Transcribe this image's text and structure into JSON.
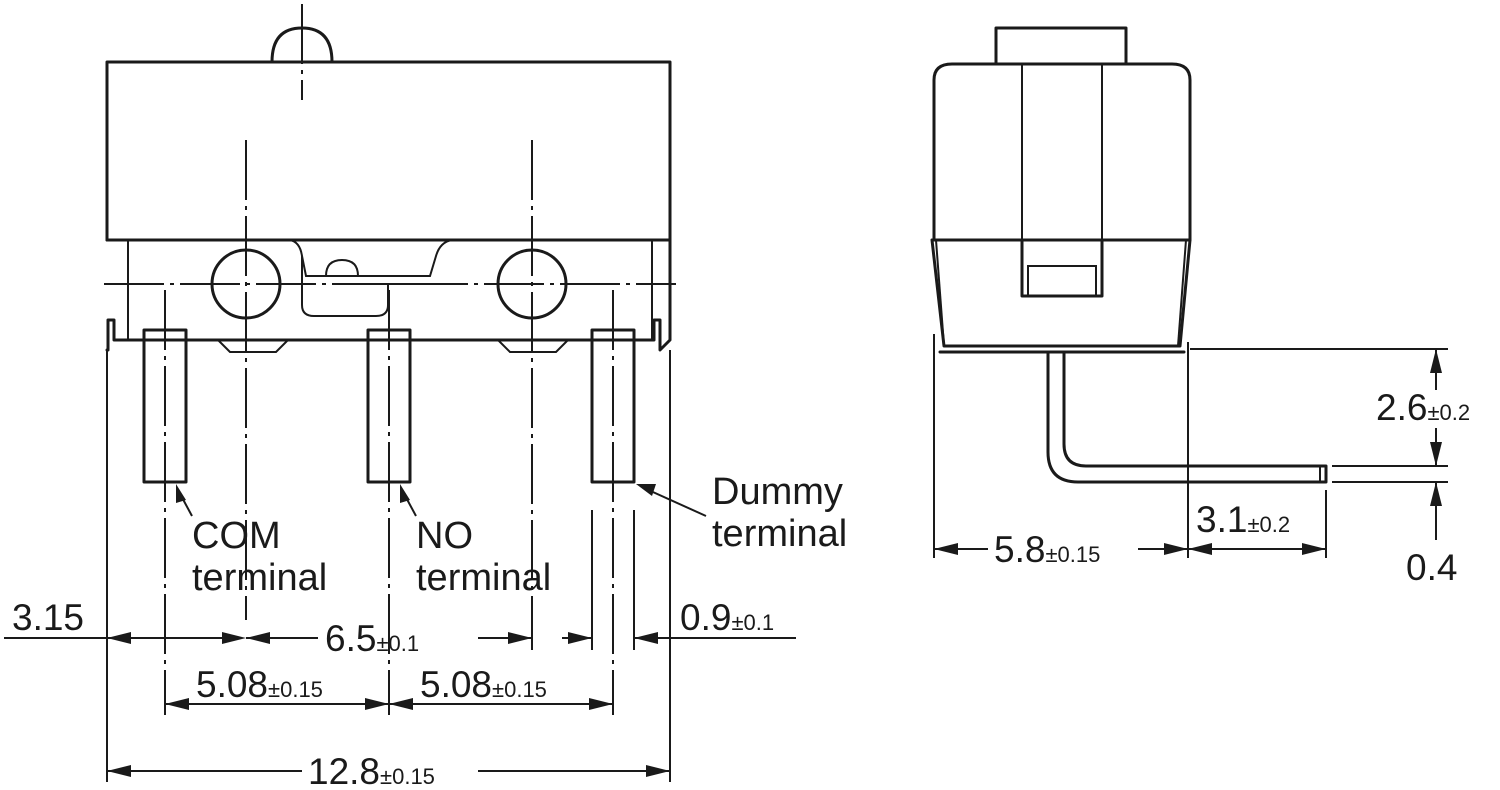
{
  "front_view": {
    "labels": {
      "com": [
        "COM",
        "terminal"
      ],
      "no": [
        "NO",
        "terminal"
      ],
      "dummy": [
        "Dummy",
        "terminal"
      ]
    },
    "dims": {
      "offset_left": {
        "value": "3.15",
        "tol": ""
      },
      "pitch_com_dummy": {
        "value": "6.5",
        "tol": "±0.1"
      },
      "dummy_width": {
        "value": "0.9",
        "tol": "±0.1"
      },
      "pitch_com_no": {
        "value": "5.08",
        "tol": "±0.15"
      },
      "pitch_no_dummy": {
        "value": "5.08",
        "tol": "±0.15"
      },
      "overall_width": {
        "value": "12.8",
        "tol": "±0.15"
      }
    }
  },
  "side_view": {
    "dims": {
      "body_depth": {
        "value": "5.8",
        "tol": "±0.15"
      },
      "lead_extension": {
        "value": "3.1",
        "tol": "±0.2"
      },
      "lead_height": {
        "value": "2.6",
        "tol": "±0.2"
      },
      "lead_thickness": {
        "value": "0.4",
        "tol": ""
      }
    }
  }
}
